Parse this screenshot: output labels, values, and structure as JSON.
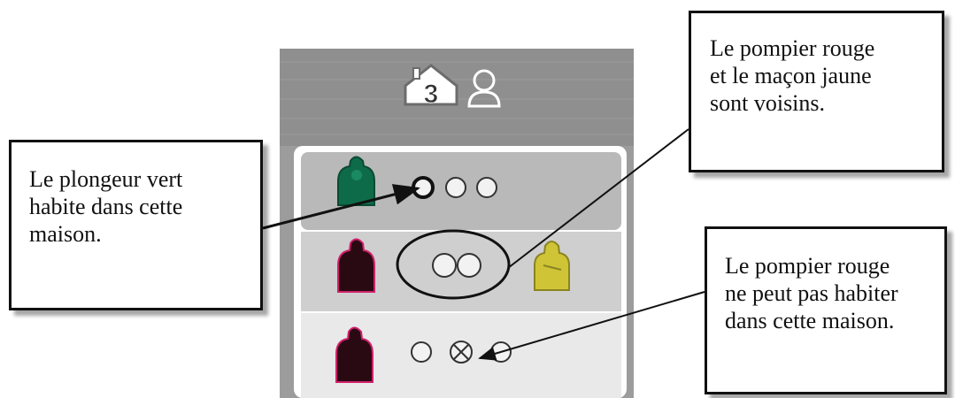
{
  "colors": {
    "background": "#ffffff",
    "card_outer": "#9c9c9c",
    "card_header": "#8f8f8f",
    "row_top": "#b9b9b9",
    "row_middle": "#cfcfcf",
    "row_bottom": "#e9e9e9",
    "green_diver": "#0e6b4a",
    "red_firefighter": "#2a0a12",
    "red_outline": "#d0206a",
    "yellow_mason": "#cfc436",
    "circle_fill": "#f2f2f2",
    "stroke": "#111111"
  },
  "card": {
    "header_number": "3",
    "house_icon": "house-icon",
    "person_icon": "person-outline-icon",
    "rows": [
      {
        "meeple": "green-diver-meeple",
        "circles": 3,
        "first_circle_highlighted": true
      },
      {
        "meeple": "red-firefighter-meeple",
        "circles": 2,
        "neighbor_meeple": "yellow-mason-meeple"
      },
      {
        "meeple": "red-firefighter-meeple",
        "circles": 3,
        "crossed_circle_index": 1
      }
    ]
  },
  "callouts": {
    "diver": "Le plongeur vert\nhabite dans cette\nmaison.",
    "neighbors": "Le pompier rouge\net le maçon jaune\nsont voisins.",
    "forbidden": "Le pompier rouge\nne peut pas habiter\ndans cette maison."
  }
}
